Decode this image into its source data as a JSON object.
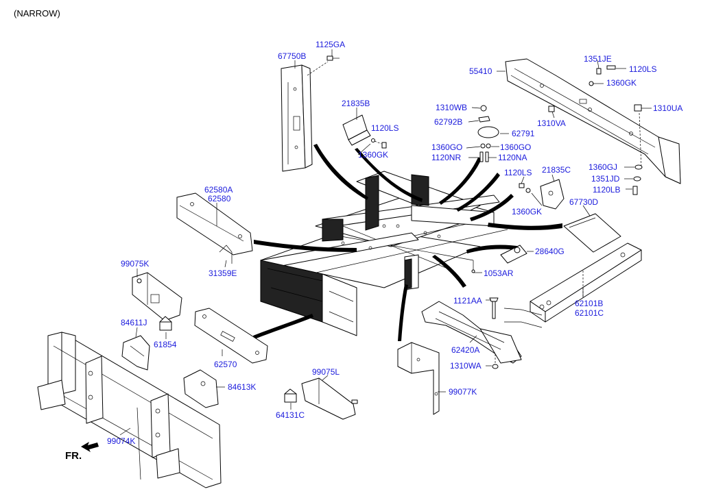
{
  "header": "(NARROW)",
  "direction_label": "FR.",
  "labels": {
    "p1125GA": "1125GA",
    "p67750B": "67750B",
    "p21835B": "21835B",
    "p1120LS_a": "1120LS",
    "p1360GK_a": "1360GK",
    "p1310WB": "1310WB",
    "p62792B": "62792B",
    "p62791": "62791",
    "p1360GO_a": "1360GO",
    "p1360GO_b": "1360GO",
    "p1120NR": "1120NR",
    "p1120NA": "1120NA",
    "p55410": "55410",
    "p1351JE": "1351JE",
    "p1120LS_b": "1120LS",
    "p1360GK_b": "1360GK",
    "p1310UA": "1310UA",
    "p1310VA": "1310VA",
    "p1120LS_c": "1120LS",
    "p21835C": "21835C",
    "p1360GK_c": "1360GK",
    "p1360GJ": "1360GJ",
    "p1351JD": "1351JD",
    "p1120LB": "1120LB",
    "p67730D": "67730D",
    "p62580A": "62580A",
    "p62580": "62580",
    "p31359E": "31359E",
    "p28640G": "28640G",
    "p1053AR": "1053AR",
    "p99075K": "99075K",
    "p62101B": "62101B",
    "p62101C": "62101C",
    "p84611J": "84611J",
    "p61854": "61854",
    "p1121AA": "1121AA",
    "p62570": "62570",
    "p62420A": "62420A",
    "p1310WA": "1310WA",
    "p99075L": "99075L",
    "p99077K": "99077K",
    "p84613K": "84613K",
    "p64131C": "64131C",
    "p99074K": "99074K"
  }
}
